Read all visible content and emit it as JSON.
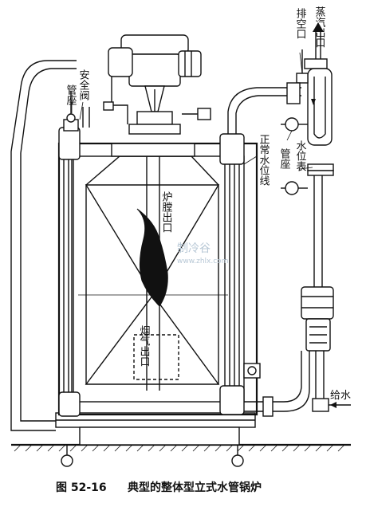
{
  "figure": {
    "caption_number": "图 52-16",
    "caption_title": "典型的整体型立式水管锅炉"
  },
  "labels": {
    "safety_valve": "安全阀",
    "pipe_seat_left": "管座",
    "steam_outlet": "蒸汽出口",
    "vent": "排空口",
    "normal_water_level": "正常水位线",
    "water_level_gauge": "水位表",
    "pipe_seat_right": "管座",
    "furnace_outlet": "炉膛出口",
    "flue_gas_outlet": "烟气出口",
    "feed_water": "给水"
  },
  "watermark": {
    "main": "制冷谷",
    "url": "www.zhlx.com"
  }
}
